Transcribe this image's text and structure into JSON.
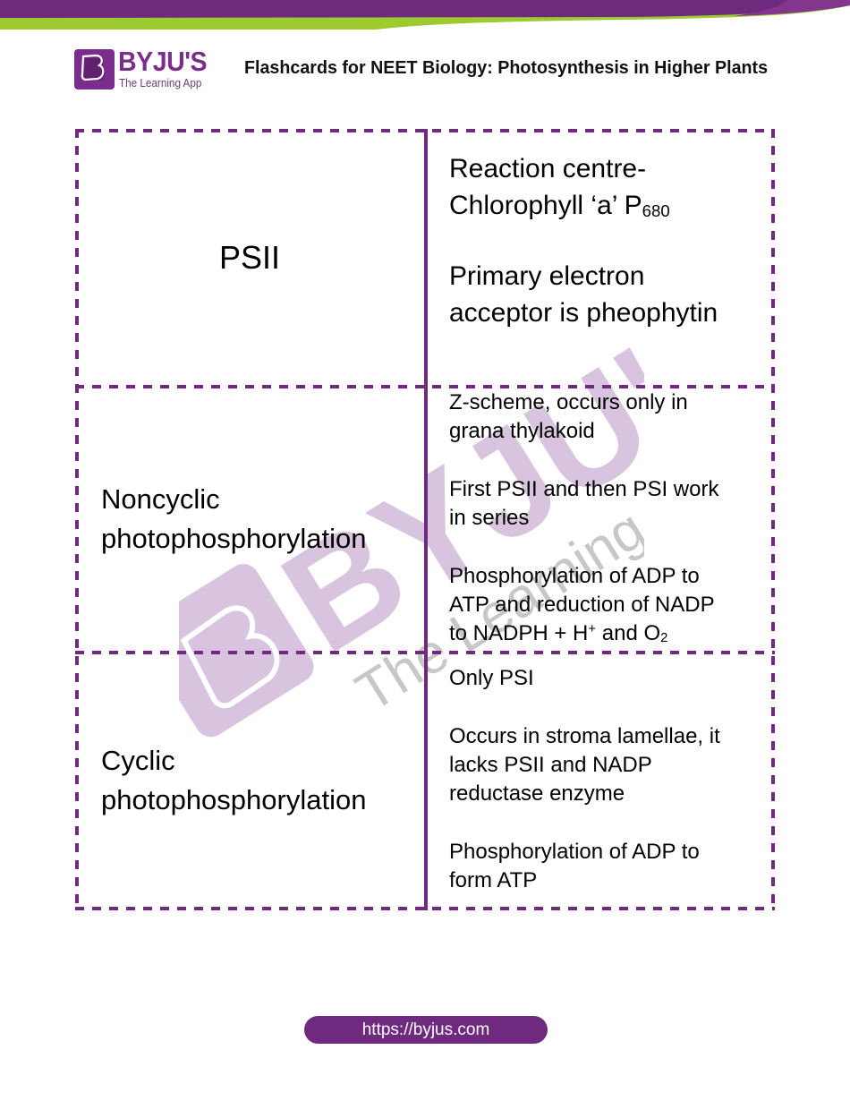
{
  "header": {
    "logo_wordmark": "BYJU'S",
    "logo_tagline": "The Learning App",
    "title": "Flashcards for NEET Biology: Photosynthesis in Higher Plants"
  },
  "colors": {
    "brand_purple": "#6f2a7f",
    "accent_green": "#9dcb2f",
    "text": "#000000"
  },
  "flashcards": [
    {
      "term_lines": [
        "PSII"
      ],
      "definition": [
        {
          "parts": [
            "Reaction centre-",
            "Chlorophyll ‘a’ P",
            "680"
          ]
        },
        {
          "parts": [
            "Primary electron",
            "acceptor is pheophytin"
          ]
        }
      ]
    },
    {
      "term_lines": [
        "Noncyclic",
        "photophosphorylation"
      ],
      "definition": [
        {
          "parts": [
            "Z-scheme, occurs only in",
            "grana thylakoid"
          ]
        },
        {
          "parts": [
            "First PSII and then PSI work",
            "in series"
          ]
        },
        {
          "parts": [
            "Phosphorylation of ADP to",
            "ATP and reduction of NADP",
            "to NADPH + H",
            "+",
            " and O",
            "2"
          ]
        }
      ]
    },
    {
      "term_lines": [
        "Cyclic",
        "photophosphorylation"
      ],
      "definition": [
        {
          "parts": [
            "Only PSI"
          ]
        },
        {
          "parts": [
            "Occurs in stroma lamellae, it",
            "lacks PSII and NADP",
            "reductase enzyme"
          ]
        },
        {
          "parts": [
            "Phosphorylation of ADP to",
            "form ATP"
          ]
        }
      ]
    }
  ],
  "watermark": {
    "wordmark": "BYJU'S",
    "tagline": "The Learning App"
  },
  "footer": {
    "url": "https://byjus.com"
  }
}
